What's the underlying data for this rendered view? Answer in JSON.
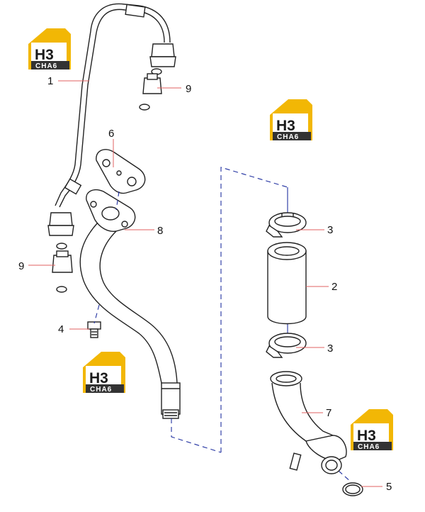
{
  "callouts": {
    "c1": "1",
    "c2": "2",
    "c3a": "3",
    "c3b": "3",
    "c4": "4",
    "c5": "5",
    "c6": "6",
    "c7": "7",
    "c8": "8",
    "c9a": "9",
    "c9b": "9"
  },
  "logo": {
    "mark": "H3",
    "sub": "CHA6"
  },
  "colors": {
    "leader": "#e06060",
    "logo_yellow": "#f2b705",
    "logo_dark": "#333333",
    "center_line": "#2030a0"
  }
}
